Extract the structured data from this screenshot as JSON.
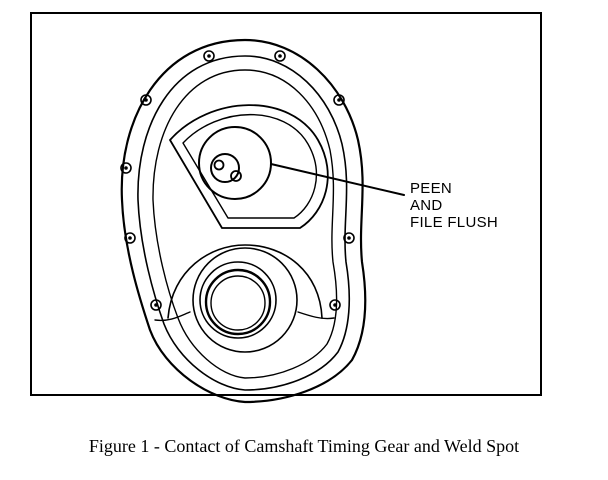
{
  "callout": {
    "lines": [
      "PEEN",
      "AND",
      "FILE FLUSH"
    ]
  },
  "caption": "Figure 1 - Contact of Camshaft Timing Gear and Weld Spot",
  "colors": {
    "ink": "#000000",
    "paper": "#ffffff"
  }
}
